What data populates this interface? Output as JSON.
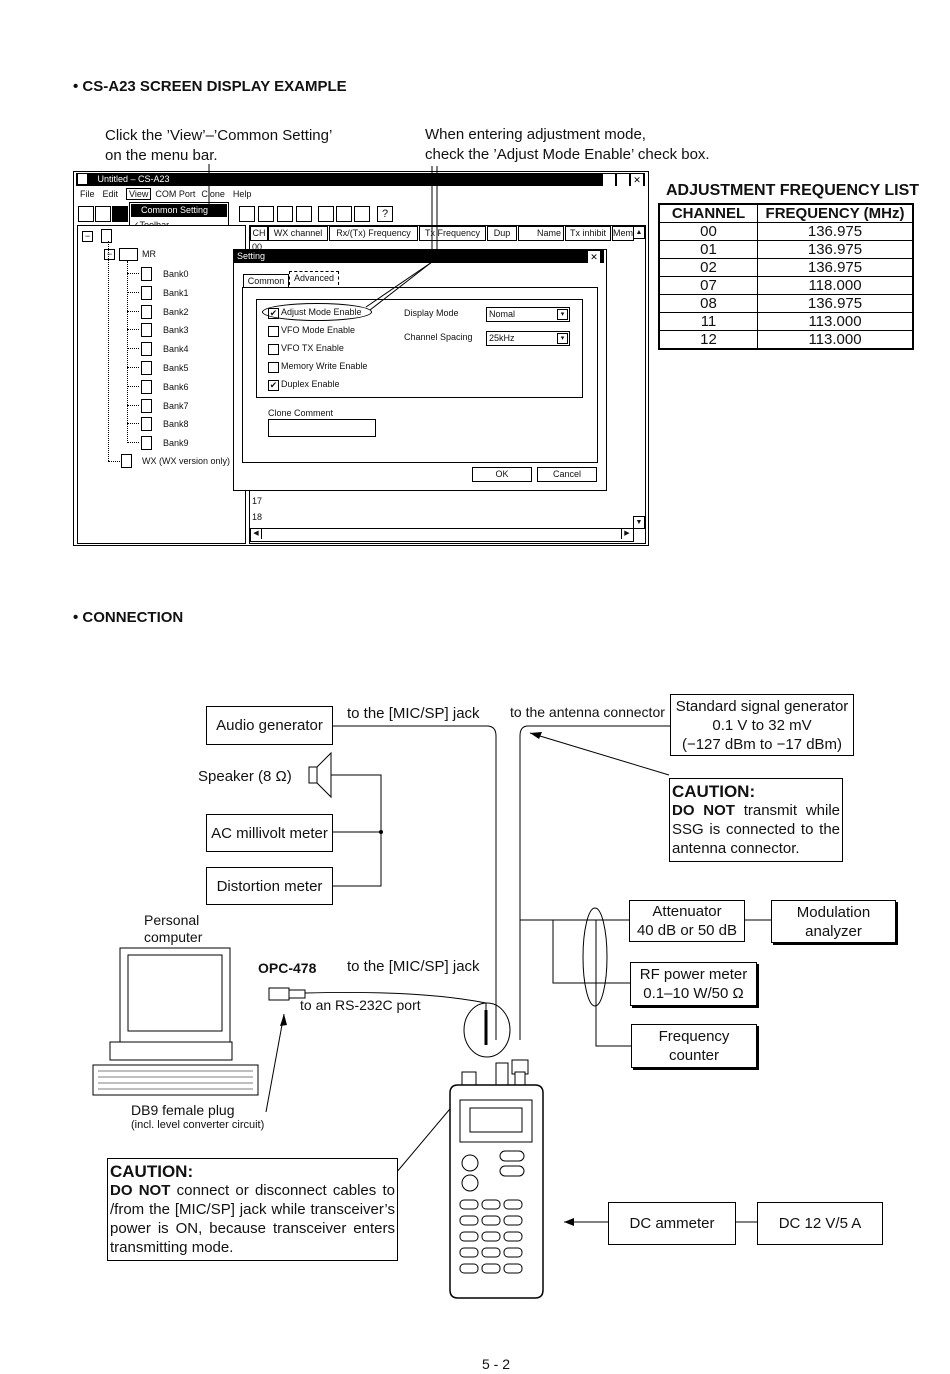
{
  "screen_example": {
    "heading": "• CS-A23 SCREEN DISPLAY EXAMPLE",
    "note_left_1": "Click the ’View’–’Common Setting’",
    "note_left_2": "on the menu bar.",
    "note_right_1": "When entering adjustment mode,",
    "note_right_2": "check the ’Adjust Mode Enable’ check box.",
    "window_title": "Untitled – CS-A23",
    "menu": [
      "File",
      "Edit",
      "View",
      "COM Port",
      "Clone",
      "Help"
    ],
    "view_menu": [
      "Common Setting",
      "Toolbar"
    ],
    "toolbar_help": "?",
    "columns": [
      "CH",
      "WX channel",
      "Rx/(Tx) Frequency",
      "Tx Frequency",
      "Dup",
      "Name",
      "Tx inhibit",
      "Mem"
    ],
    "tree_root": "MR",
    "banks": [
      "Bank0",
      "Bank1",
      "Bank2",
      "Bank3",
      "Bank4",
      "Bank5",
      "Bank6",
      "Bank7",
      "Bank8",
      "Bank9"
    ],
    "wx_item": "WX (WX version only)",
    "rows": [
      "00",
      "17",
      "18"
    ],
    "dialog": {
      "title": "Setting",
      "tabs": [
        "Common",
        "Advanced"
      ],
      "checks": [
        {
          "label": "Adjust Mode Enable",
          "checked": true
        },
        {
          "label": "VFO Mode Enable",
          "checked": false
        },
        {
          "label": "VFO TX Enable",
          "checked": false
        },
        {
          "label": "Memory Write Enable",
          "checked": false
        },
        {
          "label": "Duplex Enable",
          "checked": true
        }
      ],
      "display_mode_label": "Display Mode",
      "display_mode_value": "Nomal",
      "channel_spacing_label": "Channel Spacing",
      "channel_spacing_value": "25kHz",
      "clone_comment_label": "Clone Comment",
      "ok": "OK",
      "cancel": "Cancel"
    }
  },
  "freq_list": {
    "title": "ADJUSTMENT FREQUENCY LIST",
    "headers": [
      "CHANNEL",
      "FREQUENCY (MHz)"
    ],
    "rows": [
      [
        "00",
        "136.975"
      ],
      [
        "01",
        "136.975"
      ],
      [
        "02",
        "136.975"
      ],
      [
        "07",
        "118.000"
      ],
      [
        "08",
        "136.975"
      ],
      [
        "11",
        "113.000"
      ],
      [
        "12",
        "113.000"
      ]
    ]
  },
  "connection": {
    "heading": "• CONNECTION",
    "audio_generator": "Audio generator",
    "to_mic_1": "to the [MIC/SP] jack",
    "to_antenna": "to the antenna connector",
    "ssg_1": "Standard signal generator",
    "ssg_2": "0.1  V to 32 mV",
    "ssg_3": "(−127 dBm to −17 dBm)",
    "speaker": "Speaker (8 Ω)",
    "ac_meter": "AC millivolt meter",
    "distortion": "Distortion meter",
    "caution_ssg_title": "CAUTION:",
    "caution_ssg_bold": "DO  NOT",
    "caution_ssg_text": " transmit while SSG is connected to the antenna connector.",
    "attenuator_1": "Attenuator",
    "attenuator_2": "40 dB or 50 dB",
    "modulation_1": "Modulation",
    "modulation_2": "analyzer",
    "rf_power_1": "RF power meter",
    "rf_power_2": "0.1–10 W/50 Ω",
    "freq_counter_1": "Frequency",
    "freq_counter_2": "counter",
    "pc_1": "Personal",
    "pc_2": "computer",
    "opc": "OPC-478",
    "to_mic_2": "to the [MIC/SP] jack",
    "rs232": "to an RS-232C port",
    "db9_1": "DB9 female plug",
    "db9_2": "(incl. level converter circuit)",
    "caution_cable_title": "CAUTION:",
    "caution_cable_bold": "DO NOT",
    "caution_cable_text": " connect or disconnect cables to /from the [MIC/SP] jack while transceiver’s power is ON, because transceiver enters transmitting mode.",
    "dc_ammeter": "DC ammeter",
    "dc_supply": "DC 12 V/5 A"
  },
  "page_number": "5 - 2"
}
